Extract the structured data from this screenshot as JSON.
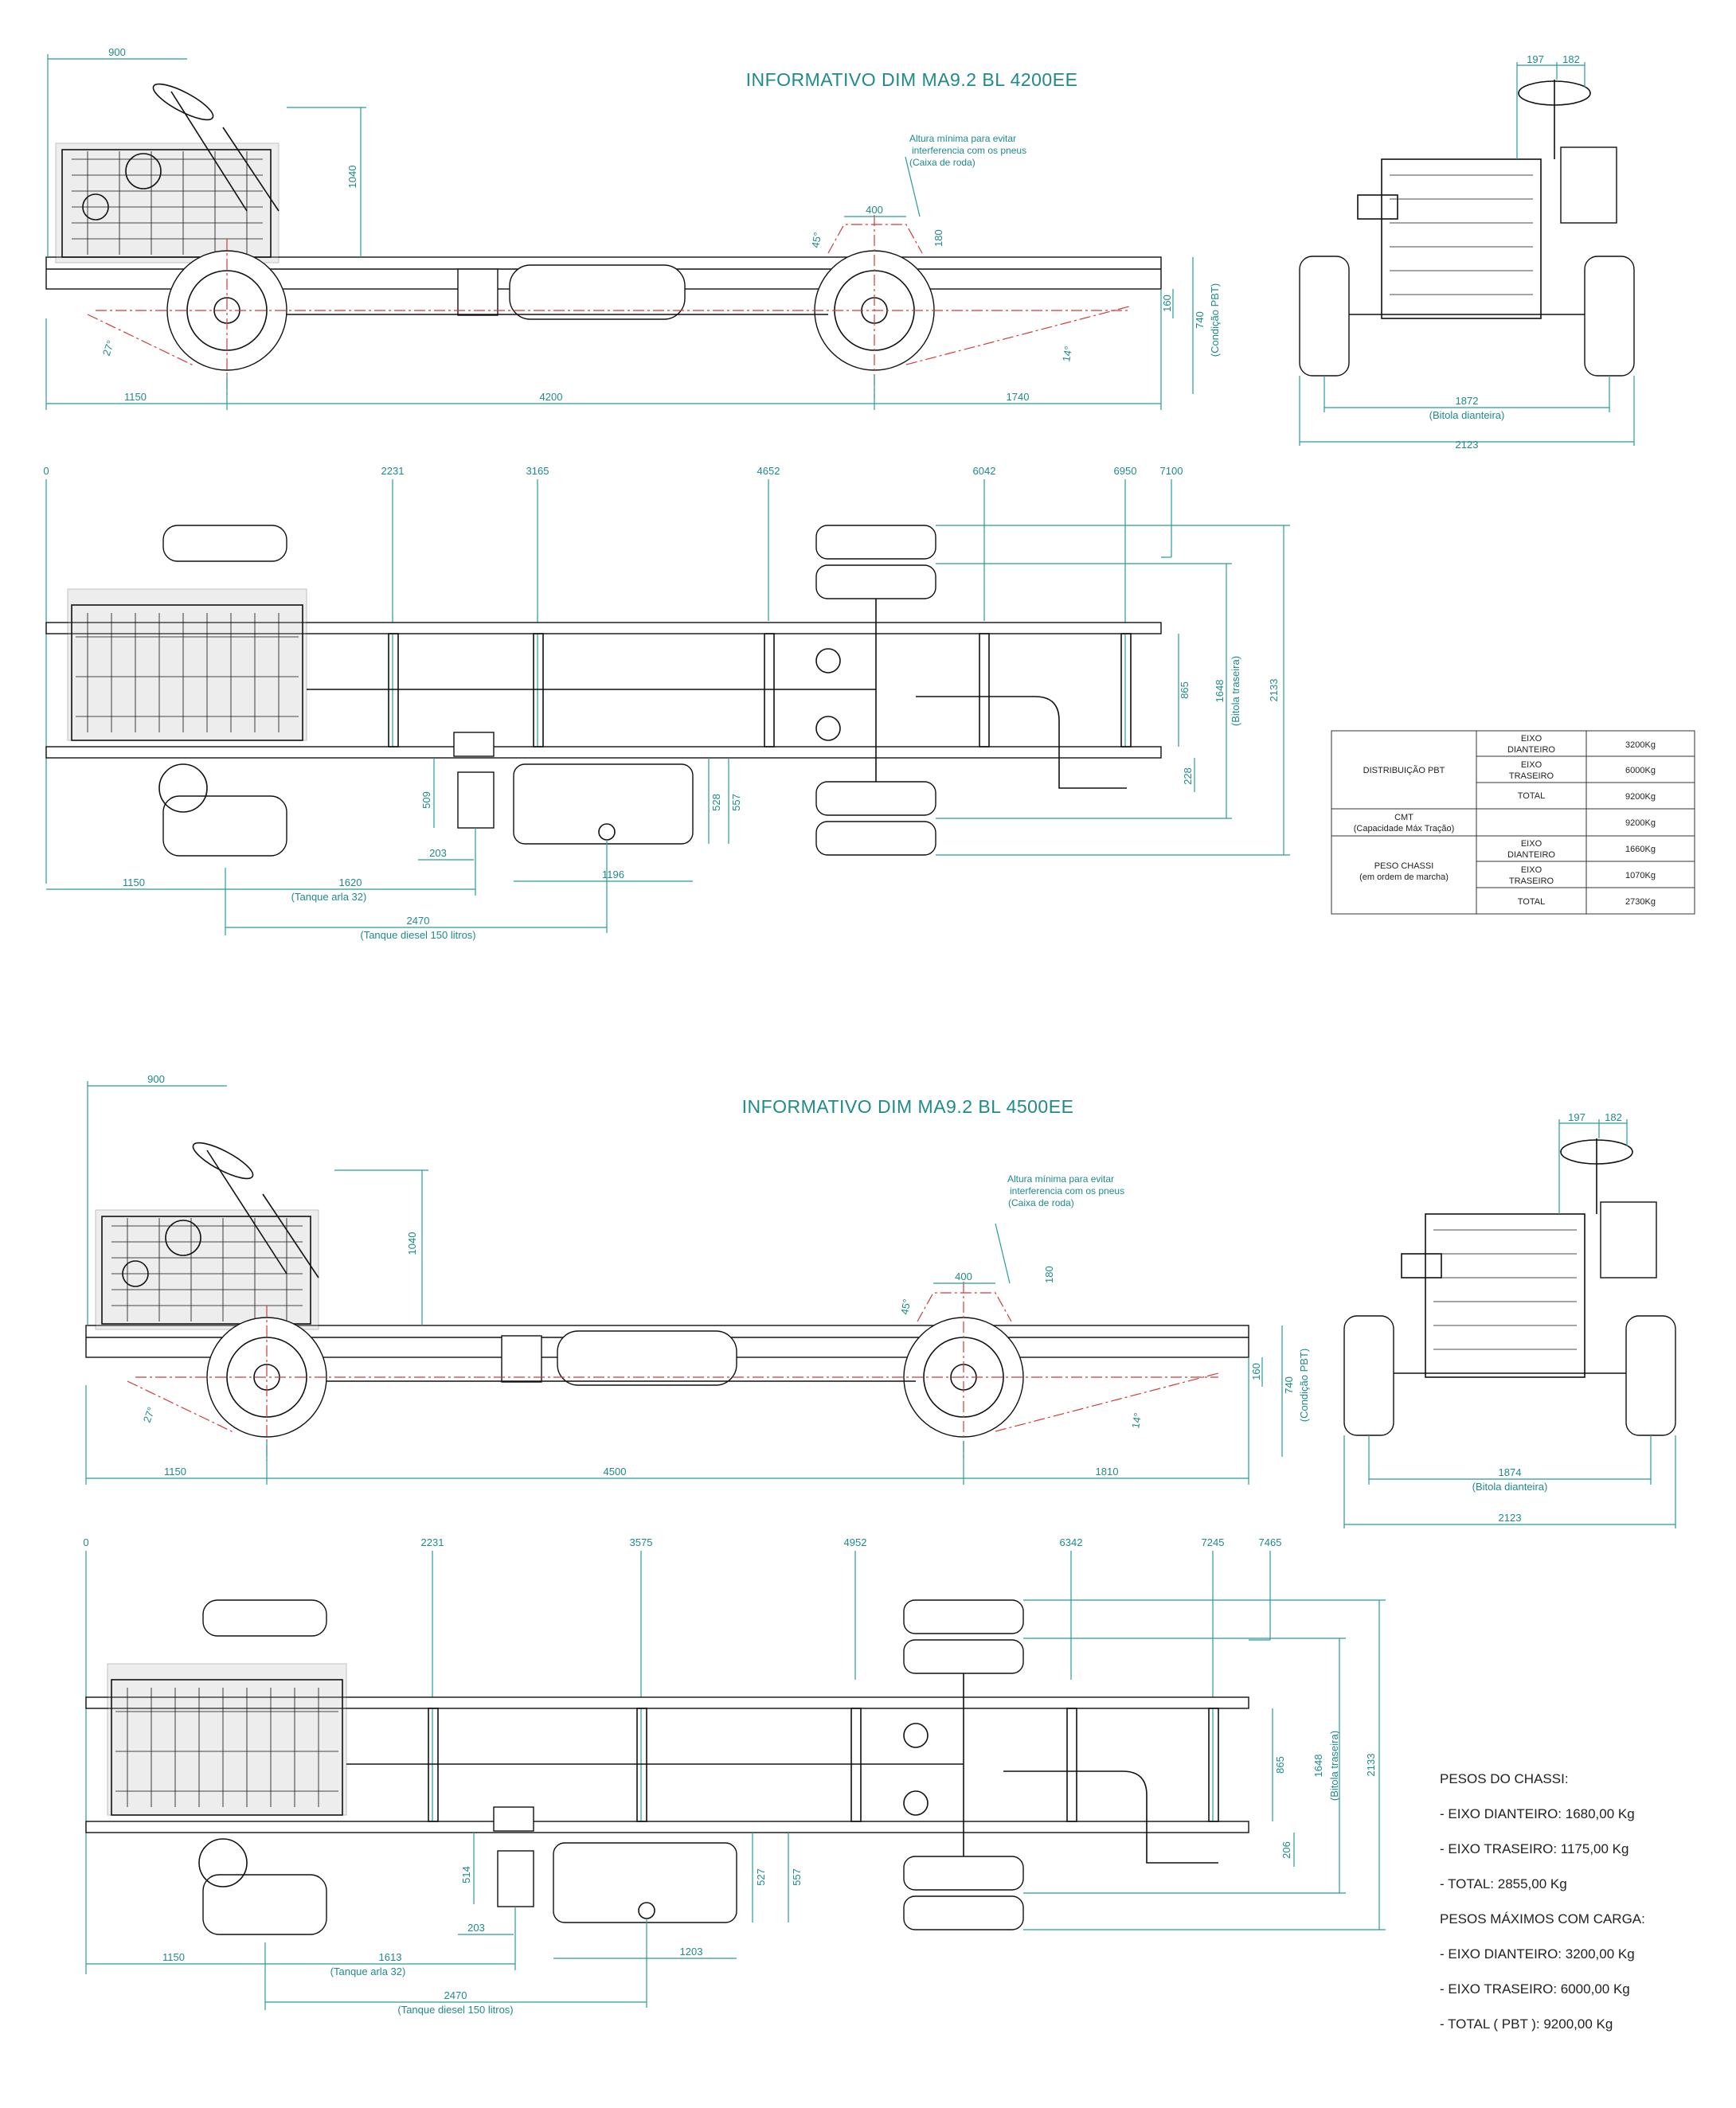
{
  "sheet1": {
    "title": "INFORMATIVO DIM MA9.2 BL 4200EE",
    "side": {
      "top_overhang": "900",
      "cab_height": "1040",
      "front_angle": "27°",
      "rear_angle": "14°",
      "angle_45": "45°",
      "wheel_clear_width": "400",
      "wheel_clear_height": "180",
      "frame_height": "160",
      "ground_height": "740",
      "ground_cond": "(Condição PBT)",
      "note": [
        "Altura mínima para evitar",
        "interferencia com os pneus",
        "(Caixa de roda)"
      ],
      "front_overhang": "1150",
      "wheelbase": "4200",
      "rear_overhang": "1740"
    },
    "front": {
      "dim_a": "197",
      "dim_b": "182",
      "track": "1872",
      "track_label": "(Bitola dianteira)",
      "width": "2123"
    },
    "top": {
      "stations": [
        "0",
        "2231",
        "3165",
        "4652",
        "6042",
        "6950",
        "7100"
      ],
      "frame_width": "865",
      "rear_track": "1648",
      "rear_track_label": "(Bitola traseira)",
      "total_width": "2133",
      "dim_228": "228",
      "dim_509": "509",
      "dim_203": "203",
      "dim_528": "528",
      "dim_557": "557",
      "dim_1196": "1196",
      "dim_1150": "1150",
      "arla_dist": "1620",
      "arla_label": "(Tanque arla 32)",
      "diesel_dist": "2470",
      "diesel_label": "(Tanque diesel 150 litros)"
    },
    "table": {
      "dist_label": "DISTRIBUIÇÃO PBT",
      "cmt_label": [
        "CMT",
        "(Capacidade Máx Tração)"
      ],
      "peso_label": [
        "PESO CHASSI",
        "(em ordem de marcha)"
      ],
      "eixo_dianteiro": [
        "EIXO",
        "DIANTEIRO"
      ],
      "eixo_traseiro": [
        "EIXO",
        "TRASEIRO"
      ],
      "total": "TOTAL",
      "values": [
        "3200Kg",
        "6000Kg",
        "9200Kg",
        "9200Kg",
        "1660Kg",
        "1070Kg",
        "2730Kg"
      ]
    }
  },
  "sheet2": {
    "title": "INFORMATIVO DIM MA9.2 BL 4500EE",
    "side": {
      "top_overhang": "900",
      "cab_height": "1040",
      "front_angle": "27°",
      "rear_angle": "14°",
      "angle_45": "45°",
      "wheel_clear_width": "400",
      "wheel_clear_height": "180",
      "frame_height": "160",
      "ground_height": "740",
      "ground_cond": "(Condição PBT)",
      "note": [
        "Altura mínima para evitar",
        "interferencia com os pneus",
        "(Caixa de roda)"
      ],
      "front_overhang": "1150",
      "wheelbase": "4500",
      "rear_overhang": "1810"
    },
    "front": {
      "dim_a": "197",
      "dim_b": "182",
      "track": "1874",
      "track_label": "(Bitola dianteira)",
      "width": "2123"
    },
    "top": {
      "stations": [
        "0",
        "2231",
        "3575",
        "4952",
        "6342",
        "7245",
        "7465"
      ],
      "frame_width": "865",
      "rear_track": "1648",
      "rear_track_label": "(Bitola traseira)",
      "total_width": "2133",
      "dim_206": "206",
      "dim_514": "514",
      "dim_203": "203",
      "dim_527": "527",
      "dim_557": "557",
      "dim_1203": "1203",
      "dim_1150": "1150",
      "arla_dist": "1613",
      "arla_label": "(Tanque arla 32)",
      "diesel_dist": "2470",
      "diesel_label": "(Tanque diesel 150 litros)"
    },
    "weights": [
      "PESOS DO CHASSI:",
      "- EIXO DIANTEIRO: 1680,00 Kg",
      "- EIXO TRASEIRO: 1175,00 Kg",
      "- TOTAL: 2855,00 Kg",
      "PESOS MÁXIMOS COM CARGA:",
      "- EIXO DIANTEIRO: 3200,00 Kg",
      "- EIXO TRASEIRO: 6000,00 Kg",
      "- TOTAL ( PBT ): 9200,00 Kg"
    ]
  }
}
